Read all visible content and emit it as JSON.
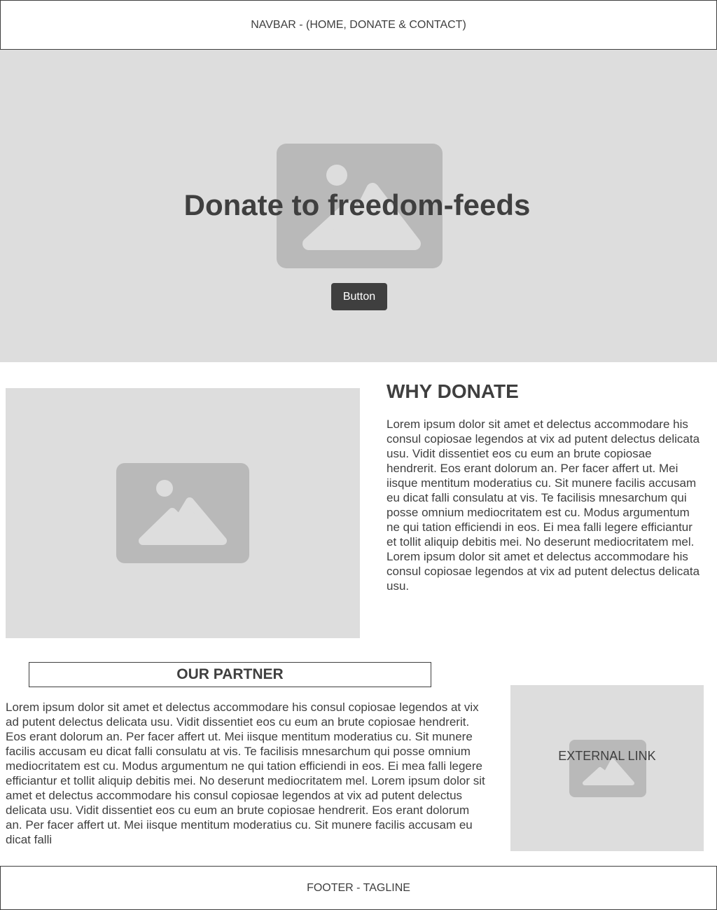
{
  "navbar": {
    "label": "NAVBAR - (HOME, DONATE & CONTACT)"
  },
  "hero": {
    "title": "Donate to freedom-feeds",
    "button_label": "Button"
  },
  "why_donate": {
    "title": "WHY DONATE",
    "text": "Lorem ipsum dolor sit amet et delectus accommodare his consul copiosae legendos at vix ad putent delectus delicata usu. Vidit dissentiet eos cu eum an brute copiosae hendrerit. Eos erant dolorum an. Per facer affert ut. Mei iisque mentitum moderatius cu. Sit munere facilis accusam eu dicat falli consulatu at vis. Te facilisis mnesarchum qui posse omnium mediocritatem est cu. Modus argumentum ne qui tation efficiendi in eos. Ei mea falli legere efficiantur et tollit aliquip debitis mei. No deserunt mediocritatem mel. Lorem ipsum dolor sit amet et delectus accommodare his consul copiosae legendos at vix ad putent delectus delicata usu."
  },
  "partner": {
    "title": "OUR PARTNER",
    "text": "Lorem ipsum dolor sit amet et delectus accommodare his consul copiosae legendos at vix ad putent delectus delicata usu. Vidit dissentiet eos cu eum an brute copiosae hendrerit. Eos erant dolorum an. Per facer affert ut. Mei iisque mentitum moderatius cu. Sit munere facilis accusam eu dicat falli consulatu at vis. Te facilisis mnesarchum qui posse omnium mediocritatem est cu. Modus argumentum ne qui tation efficiendi in eos. Ei mea falli legere efficiantur et tollit aliquip debitis mei. No deserunt mediocritatem mel. Lorem ipsum dolor sit amet et delectus accommodare his consul copiosae legendos at vix ad putent delectus delicata usu. Vidit dissentiet eos cu eum an brute copiosae hendrerit. Eos erant dolorum an. Per facer affert ut. Mei iisque mentitum moderatius cu. Sit munere facilis accusam eu dicat falli",
    "external_link_label": "EXTERNAL LINK"
  },
  "footer": {
    "label": "FOOTER - TAGLINE"
  },
  "icons": {
    "placeholder": "image-placeholder-icon"
  },
  "colors": {
    "placeholder_bg": "#dddddd",
    "placeholder_icon": "#b9b9b9",
    "text": "#3f3f3f",
    "button_bg": "#3f3f3f",
    "button_text": "#ffffff"
  }
}
